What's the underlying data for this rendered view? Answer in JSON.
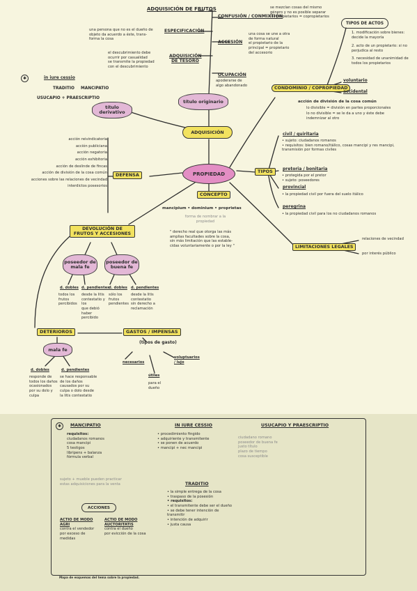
{
  "center": {
    "label": "PROPIEDAD"
  },
  "adquisicion": {
    "label": "ADQUISICIÓN",
    "titulo_originario": "título originario",
    "titulo_derivativo": "título derivativo",
    "adquisicion_frutos": {
      "label": "ADQUISICIÓN DE FRUTOS"
    },
    "especificacion": {
      "label": "ESPECIFICACIÓN",
      "text": [
        "una persona que no es el dueño de",
        "objeto da acuerdo a éste, trans-",
        "forma la cosa"
      ]
    },
    "adquisicion_tesoro": {
      "label": "ADQUISICIÓN DE TESORO",
      "text": [
        "el descubrimiento debe",
        "ocurrir por casualidad",
        "se transmite la propiedad",
        "con el descubrimiento"
      ]
    },
    "confusion": {
      "label": "CONFUSIÓN / CONMIXTIÓN",
      "text": [
        "se mezclan cosas del mismo",
        "género y no es posible separar",
        "los propietarios = copropietarios"
      ]
    },
    "accesion": {
      "label": "ACCESIÓN",
      "text": [
        "una cosa se une a otra",
        "de forma natural",
        "el propietario de la",
        "principal = propietario",
        "del accesorio"
      ]
    },
    "ocupacion": {
      "label": "OCUPACIÓN",
      "text": [
        "apoderarse de",
        "algo abandonado"
      ]
    },
    "tipos": {
      "in_iure_cessio": "in iure cessio",
      "traditio": "TRADITIO",
      "mancipatio": "MANCIPATIO",
      "usucapio": "USUCAPIO + PRAESCRIPTIO"
    }
  },
  "defensa": {
    "label": "DEFENSA",
    "items": [
      "acción reivindicatoria",
      "acción publiciana",
      "acción negatoria",
      "acción exhibitoria",
      "acción de deslinde de fincas",
      "acción de división de la cosa común",
      "acciones sobre las relaciones de vecindad",
      "interdictos posesorios"
    ]
  },
  "concepto": {
    "label": "CONCEPTO",
    "items": [
      "mancipium",
      "dominium",
      "proprietas"
    ],
    "forma": [
      "forma de nombrar a la",
      "propiedad"
    ],
    "definition": [
      "\" derecho real que otorga las más",
      "amplias facultades sobre la cosa,",
      "sin más limitación que las estable-",
      "cidas voluntariamente o por la ley \""
    ]
  },
  "condominio": {
    "label": "CONDOMINIO / COPROPIEDAD",
    "accion": "acción de división de la cosa común",
    "divisible": "lo divisible = división en partes proporcionales",
    "no_divisible": [
      "lo no divisible = se le da a uno y éste debe",
      "indemnizar al otro"
    ],
    "voluntaria": "voluntario",
    "accidental": "accidental",
    "tipos_actos": {
      "label": "TIPOS DE ACTOS",
      "items": [
        "1. modificación sobre bienes: decide la mayoría",
        "2. acto de un propietario: si no perjudica al resto",
        "3. necesidad de unanimidad de todos los propietarios"
      ]
    }
  },
  "tipos": {
    "label": "TIPOS",
    "civil": {
      "label": "civil / quiritaria",
      "items": [
        "sujeto: ciudadanos romanos",
        "requisitos: bien romano/itálico, cosas mancipi y res mancipi, transmisión por formas civiles"
      ]
    },
    "pretoria": {
      "label": "pretoria / bonitaria",
      "items": [
        "protegida por el pretor",
        "sujeto: poseedores"
      ]
    },
    "provincial": {
      "label": "provincial",
      "items": [
        "la propiedad civil por fuera del suelo itálico"
      ]
    },
    "peregrina": {
      "label": "peregrina",
      "items": [
        "la propiedad civil para los no ciudadanos romanos"
      ]
    }
  },
  "limitaciones": {
    "label": "LIMITACIONES LEGALES",
    "items": [
      "relaciones de vecindad",
      "por interés público"
    ]
  },
  "devolucion": {
    "label": "DEVOLUCIÓN DE FRUTOS Y ACCESIONES",
    "mala_fe": {
      "label": "poseedor de mala fe",
      "dobles": "d. dobles",
      "pendientes": "d. pendientes",
      "dobles_text": [
        "todos los frutos",
        "percibidos"
      ],
      "pendientes_text": [
        "desde la litis",
        "contestatio y los",
        "que debió haber",
        "percibido"
      ]
    },
    "buena_fe": {
      "label": "poseedor de buena fe",
      "dobles": "d. dobles",
      "pendientes": "d. pendientes",
      "dobles_text": [
        "sólo los",
        "frutos",
        "pendientes"
      ],
      "pendientes_text": [
        "desde la litis",
        "contestatio",
        "sin derecho a",
        "reclamación"
      ]
    }
  },
  "deterioros": {
    "label": "DETERIOROS",
    "mala_fe": "mala fe",
    "dobles": "d. dobles",
    "pendientes": "d. pendientes",
    "dobles_text": [
      "responde de",
      "todos los daños",
      "ocasionados",
      "por su dolo y",
      "culpa"
    ],
    "pendientes_text": [
      "se hace responsable",
      "de los daños",
      "causados por su",
      "culpa o dolo desde",
      "la litis contestatio"
    ]
  },
  "gastos": {
    "label": "GASTOS / IMPENSAS",
    "tipos": "(tipos de gasto)",
    "necesarios": "necesarios",
    "utiles": "útiles",
    "voluptuarios": "voluptuarios / lujo",
    "utiles_text": [
      "para el",
      "dueño"
    ]
  },
  "notes": {
    "mancipatio": {
      "label": "MANCIPATIO",
      "items": [
        "requisitos:",
        "ciudadanos romanos",
        "cosa mancipi",
        "5 testigos",
        "libripens + balanza",
        "fórmula verbal"
      ],
      "aside": [
        "sujeto + mueble pueden practicar",
        "estas adquisiciones para la venta"
      ]
    },
    "in_iure_cessio": {
      "label": "IN IURE CESSIO",
      "items": [
        "procedimiento fingido",
        "adquiriente y transmitente",
        "se ponen de acuerdo",
        "mancipi + nec mancipi"
      ]
    },
    "usucapio": {
      "label": "USUCAPIO Y PRAESCRIPTIO",
      "items": [
        "ciudadano romano",
        "poseedor de buena fe",
        "justo título",
        "plazo de tiempo",
        "cosa susceptible"
      ]
    },
    "traditio": {
      "label": "TRADITIO",
      "items": [
        "la simple entrega de la cosa",
        "traspaso de la posesión",
        "requisitos:",
        "el transmitente debe ser el dueño",
        "se debe tener intención de transmitir",
        "intención de adquirir",
        "justa causa"
      ]
    },
    "acciones": {
      "label": "ACCIONES",
      "left": [
        "ACTIO DE MODO AGRI",
        "contra el vendedor",
        "por exceso de medidas"
      ],
      "right": [
        "ACTIO DE MODO AUCTORITATIS",
        "contra el dueño",
        "por evicción de la cosa"
      ]
    },
    "footer": "Mapa de esquemas del tema sobre la propiedad."
  }
}
